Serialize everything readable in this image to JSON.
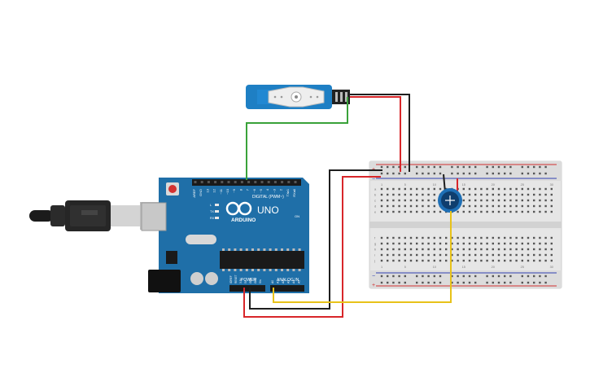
{
  "canvas": {
    "background": "#ffffff"
  },
  "arduino": {
    "brand": "ARDUINO",
    "model": "UNO",
    "header_digital": "DIGITAL (PWM~)",
    "header_power": "POWER",
    "header_analog": "ANALOG IN",
    "digital_pins": [
      "AREF",
      "GND",
      "13",
      "12",
      "~11",
      "~10",
      "~9",
      "8",
      "7",
      "~6",
      "~5",
      "4",
      "~3",
      "2",
      "TX▸1",
      "RX◂0"
    ],
    "power_pins": [
      "IOREF",
      "RESET",
      "3.3V",
      "5V",
      "GND",
      "GND",
      "Vin"
    ],
    "analog_pins": [
      "A0",
      "A1",
      "A2",
      "A3",
      "A4",
      "A5"
    ],
    "led_labels": [
      "L",
      "TX",
      "RX"
    ],
    "on_label": "ON",
    "board_color": "#1f6fa8"
  },
  "breadboard": {
    "column_numbers": [
      "1",
      "5",
      "10",
      "15",
      "20",
      "25",
      "30"
    ],
    "row_letters_top": [
      "a",
      "b",
      "c",
      "d",
      "e"
    ],
    "row_letters_bottom": [
      "f",
      "g",
      "h",
      "i",
      "j"
    ],
    "rail_plus": "+",
    "rail_minus": "−"
  },
  "wires": {
    "signal_color": "#3aa23a",
    "power_color": "#d8262a",
    "ground_color": "#1e1e1e",
    "analog_color": "#e8c219"
  },
  "components": {
    "servo_color": "#1e7fc4",
    "potentiometer_color": "#1e6fb5",
    "usb_cable_color": "#222222"
  }
}
